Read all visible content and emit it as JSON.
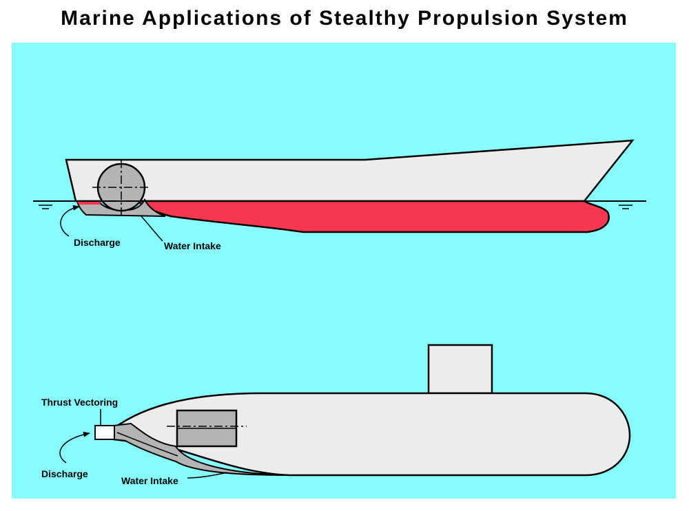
{
  "title": "Marine Applications of Stealthy Propulsion System",
  "colors": {
    "water": "#88fdff",
    "hull": "#ececec",
    "below_waterline": "#f5374f",
    "duct": "#b4b4b4",
    "outline": "#000000"
  },
  "ship": {
    "discharge_label": "Discharge",
    "intake_label": "Water Intake"
  },
  "submarine": {
    "thrust_label": "Thrust Vectoring",
    "discharge_label": "Discharge",
    "intake_label": "Water Intake"
  }
}
